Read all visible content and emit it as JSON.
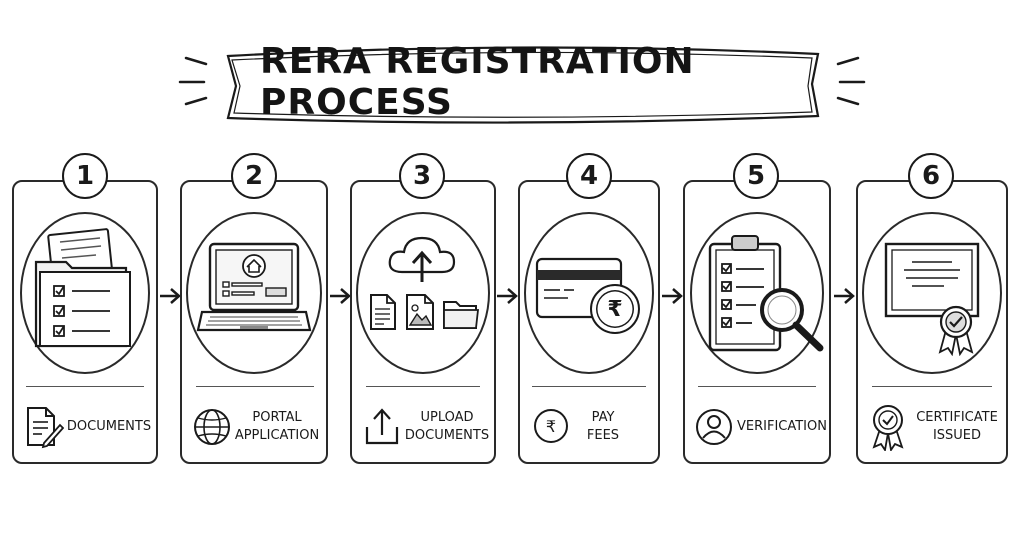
{
  "banner": {
    "title": "RERA REGISTRATION PROCESS"
  },
  "steps": [
    {
      "number": "1",
      "line1": "DOCUMENTS",
      "line2": ""
    },
    {
      "number": "2",
      "line1": "PORTAL",
      "line2": "APPLICATION"
    },
    {
      "number": "3",
      "line1": "UPLOAD",
      "line2": "DOCUMENTS"
    },
    {
      "number": "4",
      "line1": "PAY",
      "line2": "FEES",
      "currency": "₹"
    },
    {
      "number": "5",
      "line1": "VERIFICATION",
      "line2": ""
    },
    {
      "number": "6",
      "line1": "CERTIFICATE",
      "line2": "ISSUED"
    }
  ],
  "icons": {
    "step1": [
      "folder-checklist-icon",
      "document-pen-icon"
    ],
    "step2": [
      "laptop-home-icon",
      "globe-icon"
    ],
    "step3": [
      "cloud-upload-icon",
      "file-icon",
      "image-file-icon",
      "folder-icon",
      "upload-tray-icon"
    ],
    "step4": [
      "credit-card-icon",
      "rupee-coin-icon"
    ],
    "step5": [
      "clipboard-checklist-icon",
      "magnifier-icon",
      "user-icon"
    ],
    "step6": [
      "certificate-icon",
      "award-ribbon-icon"
    ]
  }
}
